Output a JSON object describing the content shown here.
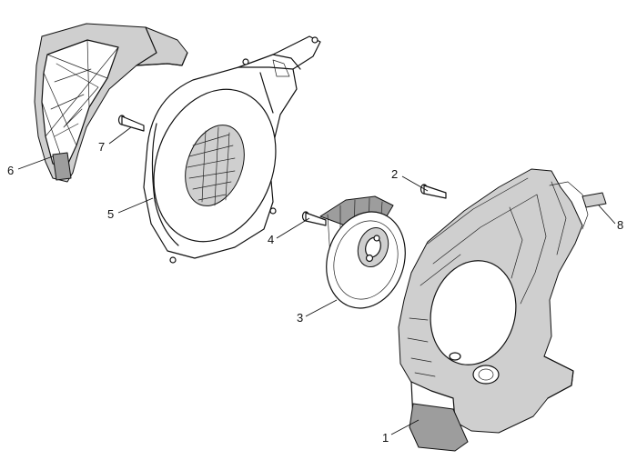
{
  "parts": [
    {
      "id": "part-1",
      "callout": "1"
    },
    {
      "id": "part-2",
      "callout": "2"
    },
    {
      "id": "part-3",
      "callout": "3"
    },
    {
      "id": "part-4",
      "callout": "4"
    },
    {
      "id": "part-5",
      "callout": "5"
    },
    {
      "id": "part-6",
      "callout": "6"
    },
    {
      "id": "part-7",
      "callout": "7"
    },
    {
      "id": "part-8",
      "callout": "8"
    }
  ]
}
